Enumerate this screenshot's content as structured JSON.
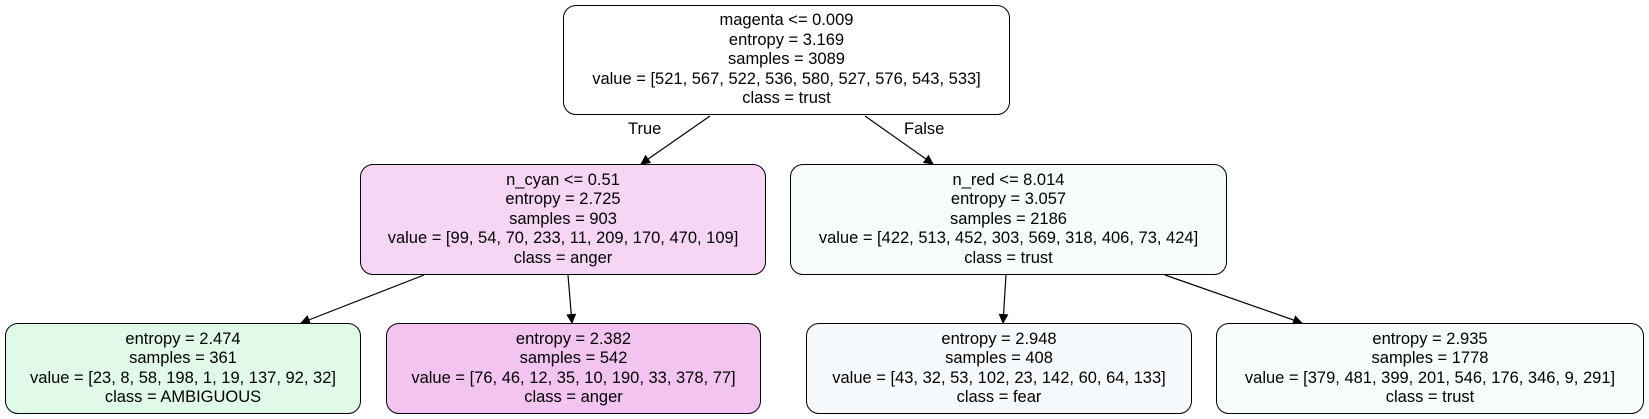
{
  "tree": {
    "root": {
      "condition": "magenta <= 0.009",
      "entropy": "entropy = 3.169",
      "samples": "samples = 3089",
      "value": "value = [521, 567, 522, 536, 580, 527, 576, 543, 533]",
      "class": "class = trust",
      "fill": "#ffffff"
    },
    "true_label": "True",
    "false_label": "False",
    "left": {
      "condition": "n_cyan <= 0.51",
      "entropy": "entropy = 2.725",
      "samples": "samples = 903",
      "value": "value = [99, 54, 70, 233, 11, 209, 170, 470, 109]",
      "class": "class = anger",
      "fill": "#f7d6f5"
    },
    "right": {
      "condition": "n_red <= 8.014",
      "entropy": "entropy = 3.057",
      "samples": "samples = 2186",
      "value": "value = [422, 513, 452, 303, 569, 318, 406, 73, 424]",
      "class": "class = trust",
      "fill": "#f7fcfd"
    },
    "leaf_ll": {
      "entropy": "entropy = 2.474",
      "samples": "samples = 361",
      "value": "value = [23, 8, 58, 198, 1, 19, 137, 92, 32]",
      "class": "class = AMBIGUOUS",
      "fill": "#e1f9e9"
    },
    "leaf_lr": {
      "entropy": "entropy = 2.382",
      "samples": "samples = 542",
      "value": "value = [76, 46, 12, 35, 10, 190, 33, 378, 77]",
      "class": "class = anger",
      "fill": "#f4c4f0"
    },
    "leaf_rl": {
      "entropy": "entropy = 2.948",
      "samples": "samples = 408",
      "value": "value = [43, 32, 53, 102, 23, 142, 60, 64, 133]",
      "class": "class = fear",
      "fill": "#f7fafc"
    },
    "leaf_rr": {
      "entropy": "entropy = 2.935",
      "samples": "samples = 1778",
      "value": "value = [379, 481, 399, 201, 546, 176, 346, 9, 291]",
      "class": "class = trust",
      "fill": "#f7fcfd"
    }
  }
}
